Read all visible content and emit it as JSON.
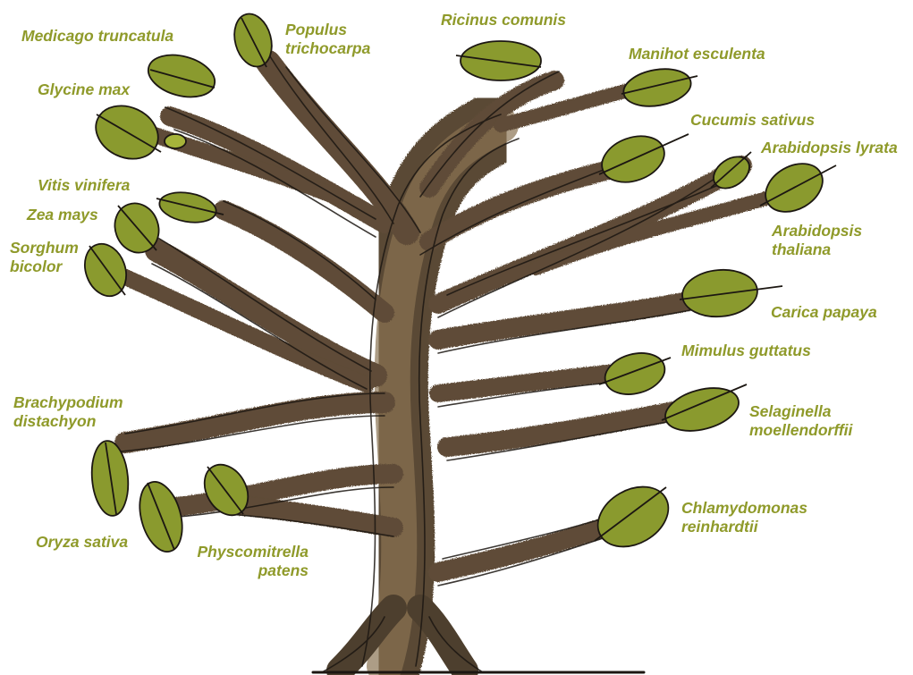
{
  "colors": {
    "label_text": "#8f9a2a",
    "leaf_fill": "#8a9a2e",
    "leaf_light": "#a6b43a",
    "trunk_dark": "#4a3d2c",
    "trunk_mid": "#6e5c44",
    "trunk_light": "#a08a66",
    "ink": "#1c1712"
  },
  "species": [
    {
      "id": "medicago",
      "lines": [
        "Medicago truncatula"
      ]
    },
    {
      "id": "populus",
      "lines": [
        "Populus",
        "trichocarpa"
      ]
    },
    {
      "id": "ricinus",
      "lines": [
        "Ricinus comunis"
      ]
    },
    {
      "id": "manihot",
      "lines": [
        "Manihot esculenta"
      ]
    },
    {
      "id": "glycine",
      "lines": [
        "Glycine max"
      ]
    },
    {
      "id": "cucumis",
      "lines": [
        "Cucumis sativus"
      ]
    },
    {
      "id": "arabidopsis-lyrata",
      "lines": [
        "Arabidopsis lyrata"
      ]
    },
    {
      "id": "vitis",
      "lines": [
        "Vitis vinifera"
      ]
    },
    {
      "id": "zea",
      "lines": [
        "Zea mays"
      ]
    },
    {
      "id": "arabidopsis-thaliana",
      "lines": [
        "Arabidopsis",
        "thaliana"
      ]
    },
    {
      "id": "sorghum",
      "lines": [
        "Sorghum",
        "bicolor"
      ]
    },
    {
      "id": "carica",
      "lines": [
        "Carica papaya"
      ]
    },
    {
      "id": "mimulus",
      "lines": [
        "Mimulus guttatus"
      ]
    },
    {
      "id": "brachypodium",
      "lines": [
        "Brachypodium",
        "distachyon"
      ]
    },
    {
      "id": "selaginella",
      "lines": [
        "Selaginella",
        "moellendorffii"
      ]
    },
    {
      "id": "chlamydomonas",
      "lines": [
        "Chlamydomonas",
        "reinhardtii"
      ]
    },
    {
      "id": "oryza",
      "lines": [
        "Oryza sativa"
      ]
    },
    {
      "id": "physcomitrella",
      "lines": [
        "Physcomitrella",
        "patens"
      ]
    }
  ]
}
